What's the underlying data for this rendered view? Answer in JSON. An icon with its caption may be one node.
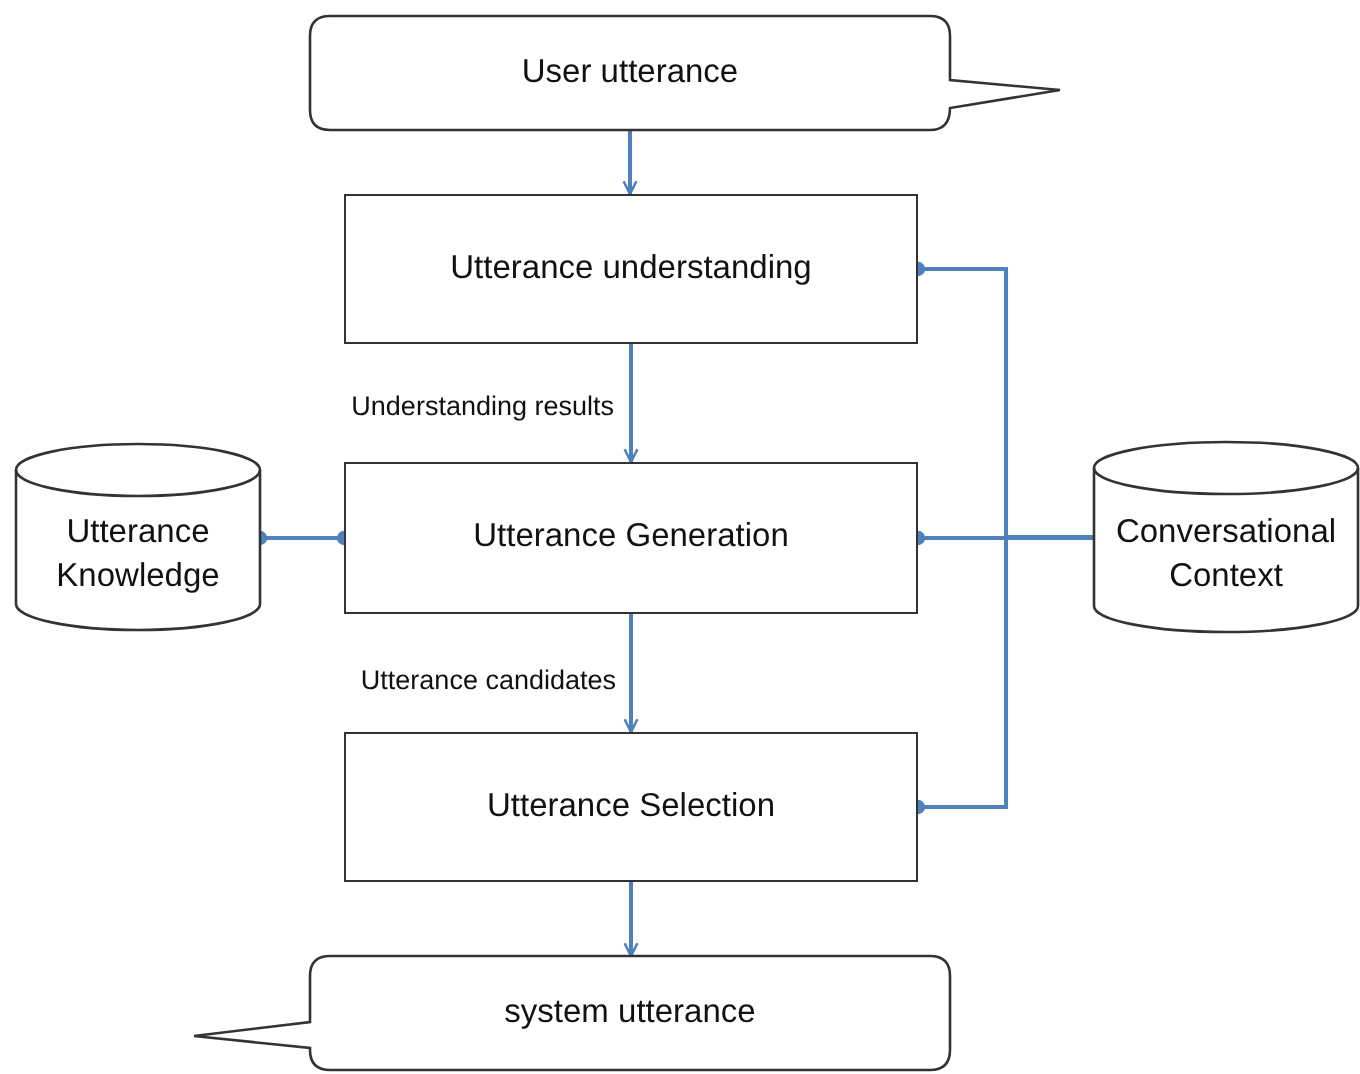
{
  "diagram": {
    "nodes": [
      {
        "text": [
          "User utterance"
        ]
      },
      {
        "text": [
          "Utterance understanding"
        ]
      },
      {
        "text": [
          "Utterance Knowledge"
        ]
      },
      {
        "text": [
          "Utterance Generation"
        ]
      },
      {
        "text": [
          "Conversational Context"
        ]
      },
      {
        "text": [
          "Utterance Selection"
        ]
      },
      {
        "text": [
          "system utterance"
        ]
      }
    ],
    "edges": [
      {
        "from": 0,
        "to": 1,
        "arrow": "to"
      },
      {
        "from": 1,
        "to": 3,
        "arrow": "to",
        "label": "Understanding results"
      },
      {
        "from": 2,
        "to": 3,
        "arrow": "other"
      },
      {
        "from": 4,
        "to": 1,
        "arrow": "other"
      },
      {
        "from": 4,
        "to": 3,
        "arrow": "other"
      },
      {
        "from": 4,
        "to": 5,
        "arrow": "other"
      },
      {
        "from": 3,
        "to": 5,
        "arrow": "to",
        "label": "Utterance candidates"
      },
      {
        "from": 5,
        "to": 6,
        "arrow": "to"
      }
    ]
  }
}
